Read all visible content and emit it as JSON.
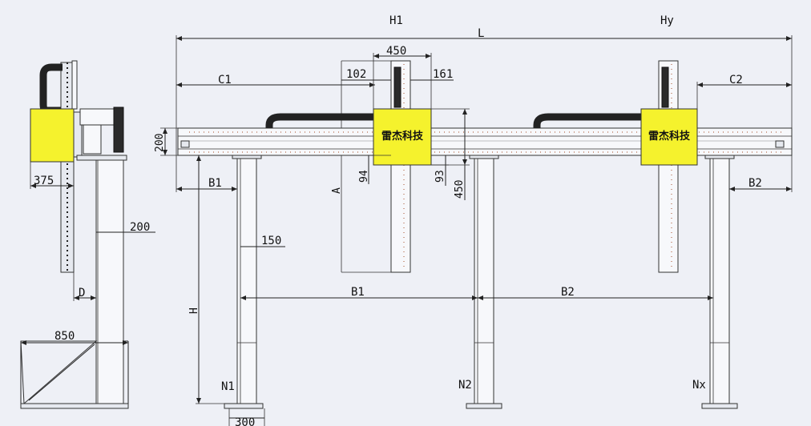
{
  "drawing": {
    "top_labels": {
      "h1": "H1",
      "hy": "Hy",
      "length": "L"
    },
    "gantry_dims": {
      "carriage_width": "450",
      "left_offset": "102",
      "right_offset": "161",
      "c1": "C1",
      "c2": "C2",
      "beam_height": "200",
      "dim_94": "94",
      "dim_93": "93",
      "dim_450_vertical": "450",
      "dim_a": "A",
      "b1_top": "B1",
      "b2_top": "B2",
      "col_width": "150",
      "h": "H",
      "b1_span": "B1",
      "b2_span": "B2",
      "foot_width": "300"
    },
    "column_labels": {
      "n1": "N1",
      "n2": "N2",
      "nx": "Nx"
    },
    "side_view_dims": {
      "carriage_depth": "375",
      "column_width": "200",
      "offset_d": "D",
      "base_width": "850"
    },
    "brand_text": "雷杰科技"
  }
}
